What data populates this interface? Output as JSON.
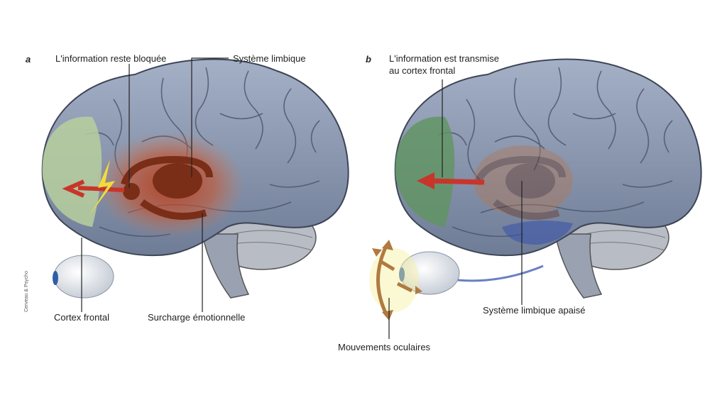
{
  "panel_a": {
    "letter": "a",
    "labels": {
      "blocked": "L'information reste bloquée",
      "limbic": "Système limbique",
      "frontal": "Cortex frontal",
      "overload": "Surcharge émotionnelle"
    }
  },
  "panel_b": {
    "letter": "b",
    "labels": {
      "transmitted_line1": "L'information est transmise",
      "transmitted_line2": "au cortex frontal",
      "limbic_calm": "Système limbique apaisé",
      "eye_movements": "Mouvements oculaires"
    }
  },
  "credit": "Cerveau & Psycho",
  "colors": {
    "cortex": "#8a97b0",
    "frontal": "#a9c48f",
    "limbic": "#8b3a22",
    "arrow": "#c8352a",
    "eye_arrow": "#b07a40",
    "calm": "#3a55a8"
  }
}
